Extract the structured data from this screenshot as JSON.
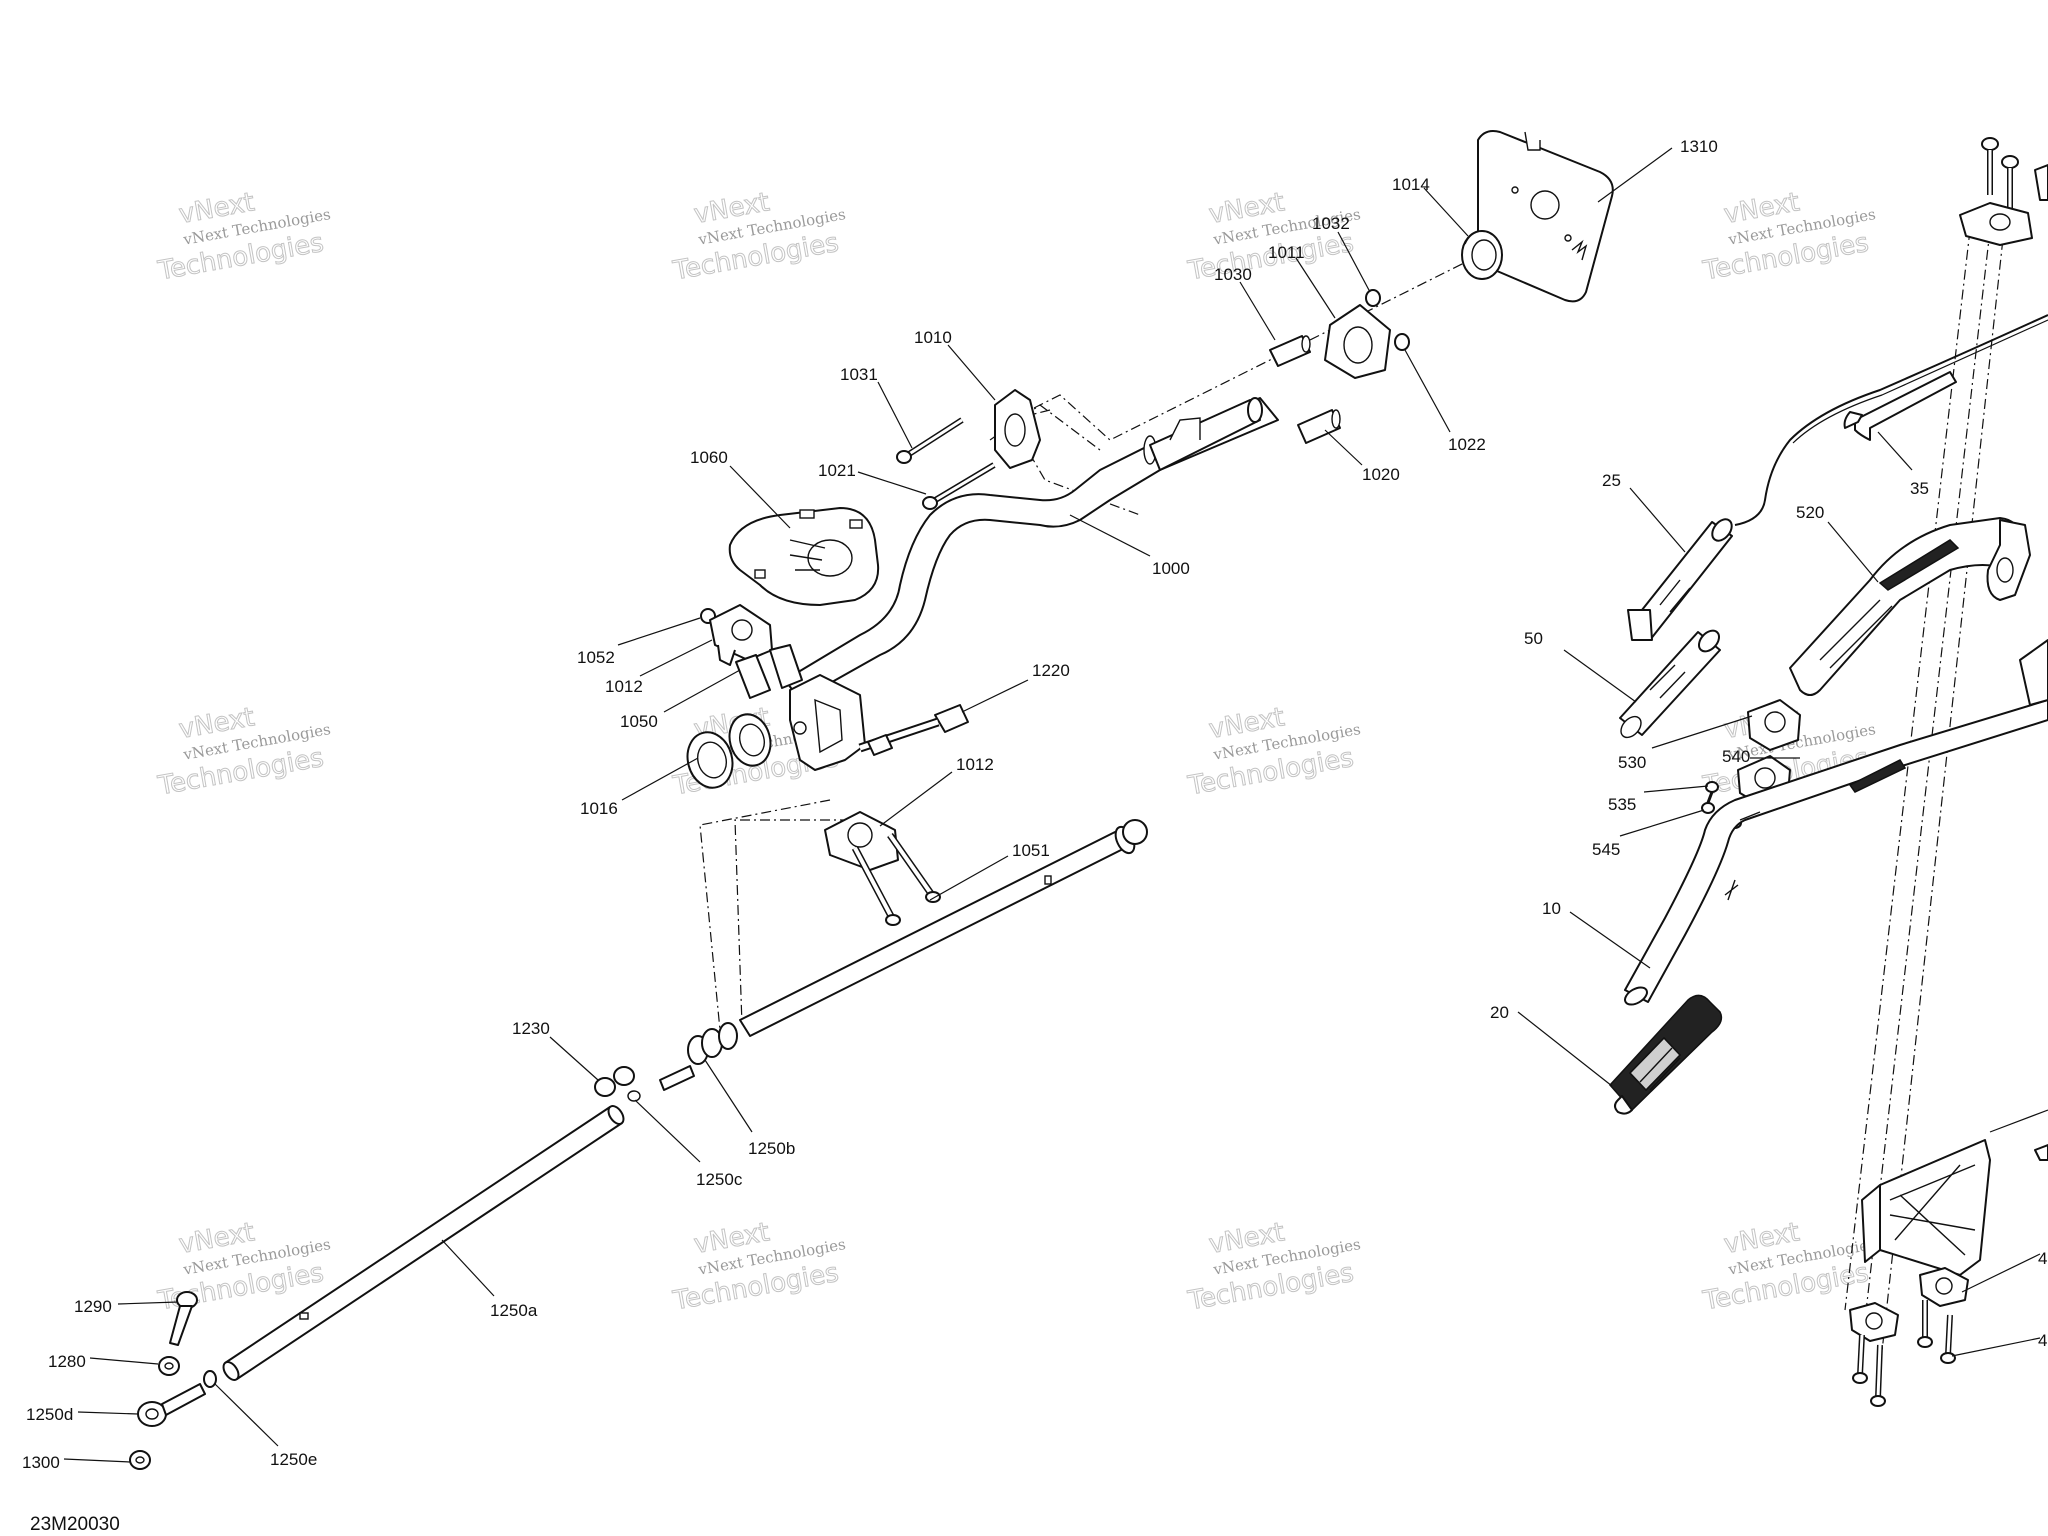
{
  "reference_code": "23M20030",
  "watermark": {
    "line1": "vNext Technologies",
    "line2": "vNext",
    "line3": "Technologies"
  },
  "callouts": [
    {
      "id": "c1310",
      "text": "1310"
    },
    {
      "id": "c1014",
      "text": "1014"
    },
    {
      "id": "c1032",
      "text": "1032"
    },
    {
      "id": "c1011",
      "text": "1011"
    },
    {
      "id": "c1030",
      "text": "1030"
    },
    {
      "id": "c1010",
      "text": "1010"
    },
    {
      "id": "c1031",
      "text": "1031"
    },
    {
      "id": "c1022",
      "text": "1022"
    },
    {
      "id": "c1020",
      "text": "1020"
    },
    {
      "id": "c1021",
      "text": "1021"
    },
    {
      "id": "c1060",
      "text": "1060"
    },
    {
      "id": "c1000",
      "text": "1000"
    },
    {
      "id": "c1052",
      "text": "1052"
    },
    {
      "id": "c1012a",
      "text": "1012"
    },
    {
      "id": "c1050",
      "text": "1050"
    },
    {
      "id": "c1220",
      "text": "1220"
    },
    {
      "id": "c1016",
      "text": "1016"
    },
    {
      "id": "c1012b",
      "text": "1012"
    },
    {
      "id": "c1051",
      "text": "1051"
    },
    {
      "id": "c1230",
      "text": "1230"
    },
    {
      "id": "c1250b",
      "text": "1250b"
    },
    {
      "id": "c1250c",
      "text": "1250c"
    },
    {
      "id": "c1250a",
      "text": "1250a"
    },
    {
      "id": "c1290",
      "text": "1290"
    },
    {
      "id": "c1280",
      "text": "1280"
    },
    {
      "id": "c1250d",
      "text": "1250d"
    },
    {
      "id": "c1300",
      "text": "1300"
    },
    {
      "id": "c1250e",
      "text": "1250e"
    },
    {
      "id": "c35",
      "text": "35"
    },
    {
      "id": "c25",
      "text": "25"
    },
    {
      "id": "c520",
      "text": "520"
    },
    {
      "id": "c50",
      "text": "50"
    },
    {
      "id": "c530",
      "text": "530"
    },
    {
      "id": "c540",
      "text": "540"
    },
    {
      "id": "c535",
      "text": "535"
    },
    {
      "id": "c545",
      "text": "545"
    },
    {
      "id": "c10",
      "text": "10"
    },
    {
      "id": "c20",
      "text": "20"
    },
    {
      "id": "c4a",
      "text": "4"
    },
    {
      "id": "c4b",
      "text": "4"
    }
  ]
}
